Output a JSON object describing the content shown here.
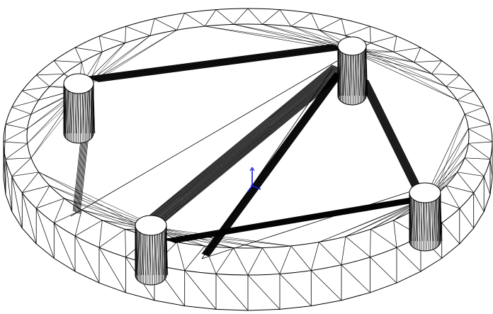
{
  "view": {
    "mode": "wireframe",
    "background": "#ffffff",
    "line_color": "#000000",
    "triad_color": "#1a1ad8",
    "description_visible": false
  },
  "model": {
    "type": "circular plate with four cylindrical posts",
    "posts": 4,
    "disc_segments": 48
  }
}
